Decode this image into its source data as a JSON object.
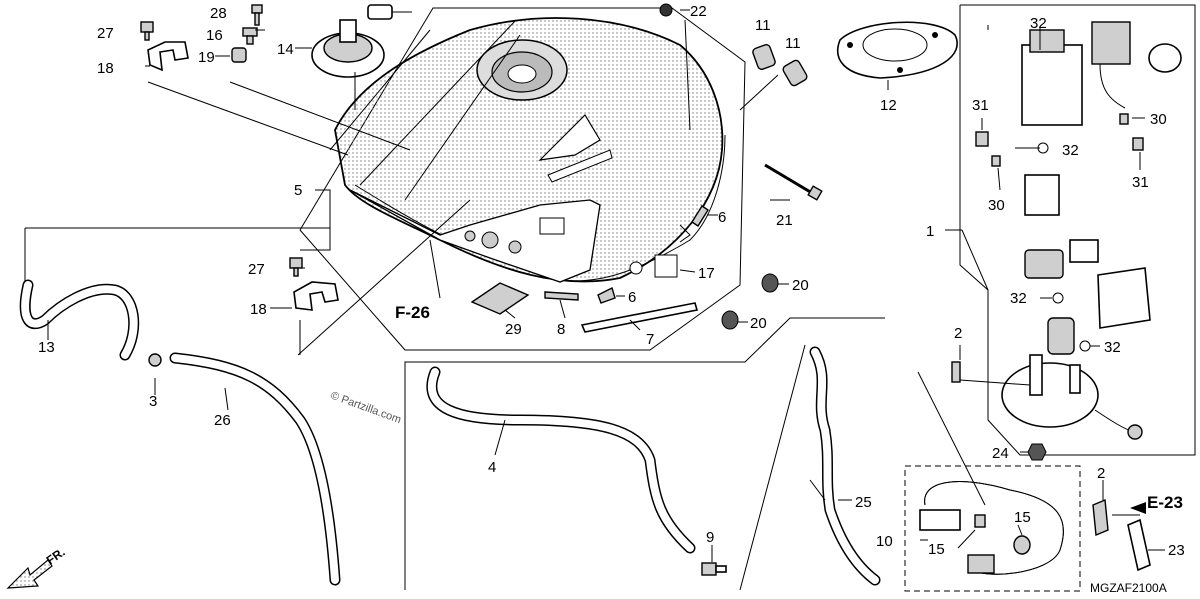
{
  "diagram": {
    "copyright": "© Partzilla.com",
    "code": "MGZAF2100A",
    "direction_label": "FR.",
    "ref_labels": {
      "f26": "F-26",
      "e23": "E-23"
    },
    "callouts": {
      "c1": "1",
      "c2a": "2",
      "c2b": "2",
      "c3": "3",
      "c4": "4",
      "c5": "5",
      "c6a": "6",
      "c6b": "6",
      "c7": "7",
      "c8": "8",
      "c9": "9",
      "c10": "10",
      "c11a": "11",
      "c11b": "11",
      "c12": "12",
      "c13": "13",
      "c14": "14",
      "c15a": "15",
      "c15b": "15",
      "c16": "16",
      "c17": "17",
      "c18a": "18",
      "c18b": "18",
      "c19": "19",
      "c20a": "20",
      "c20b": "20",
      "c21": "21",
      "c22": "22",
      "c23": "23",
      "c24": "24",
      "c25": "25",
      "c26": "26",
      "c27a": "27",
      "c27b": "27",
      "c28": "28",
      "c29": "29",
      "c30a": "30",
      "c30b": "30",
      "c31a": "31",
      "c31b": "31",
      "c32a": "32",
      "c32b": "32",
      "c32c": "32",
      "c32d": "32"
    }
  }
}
